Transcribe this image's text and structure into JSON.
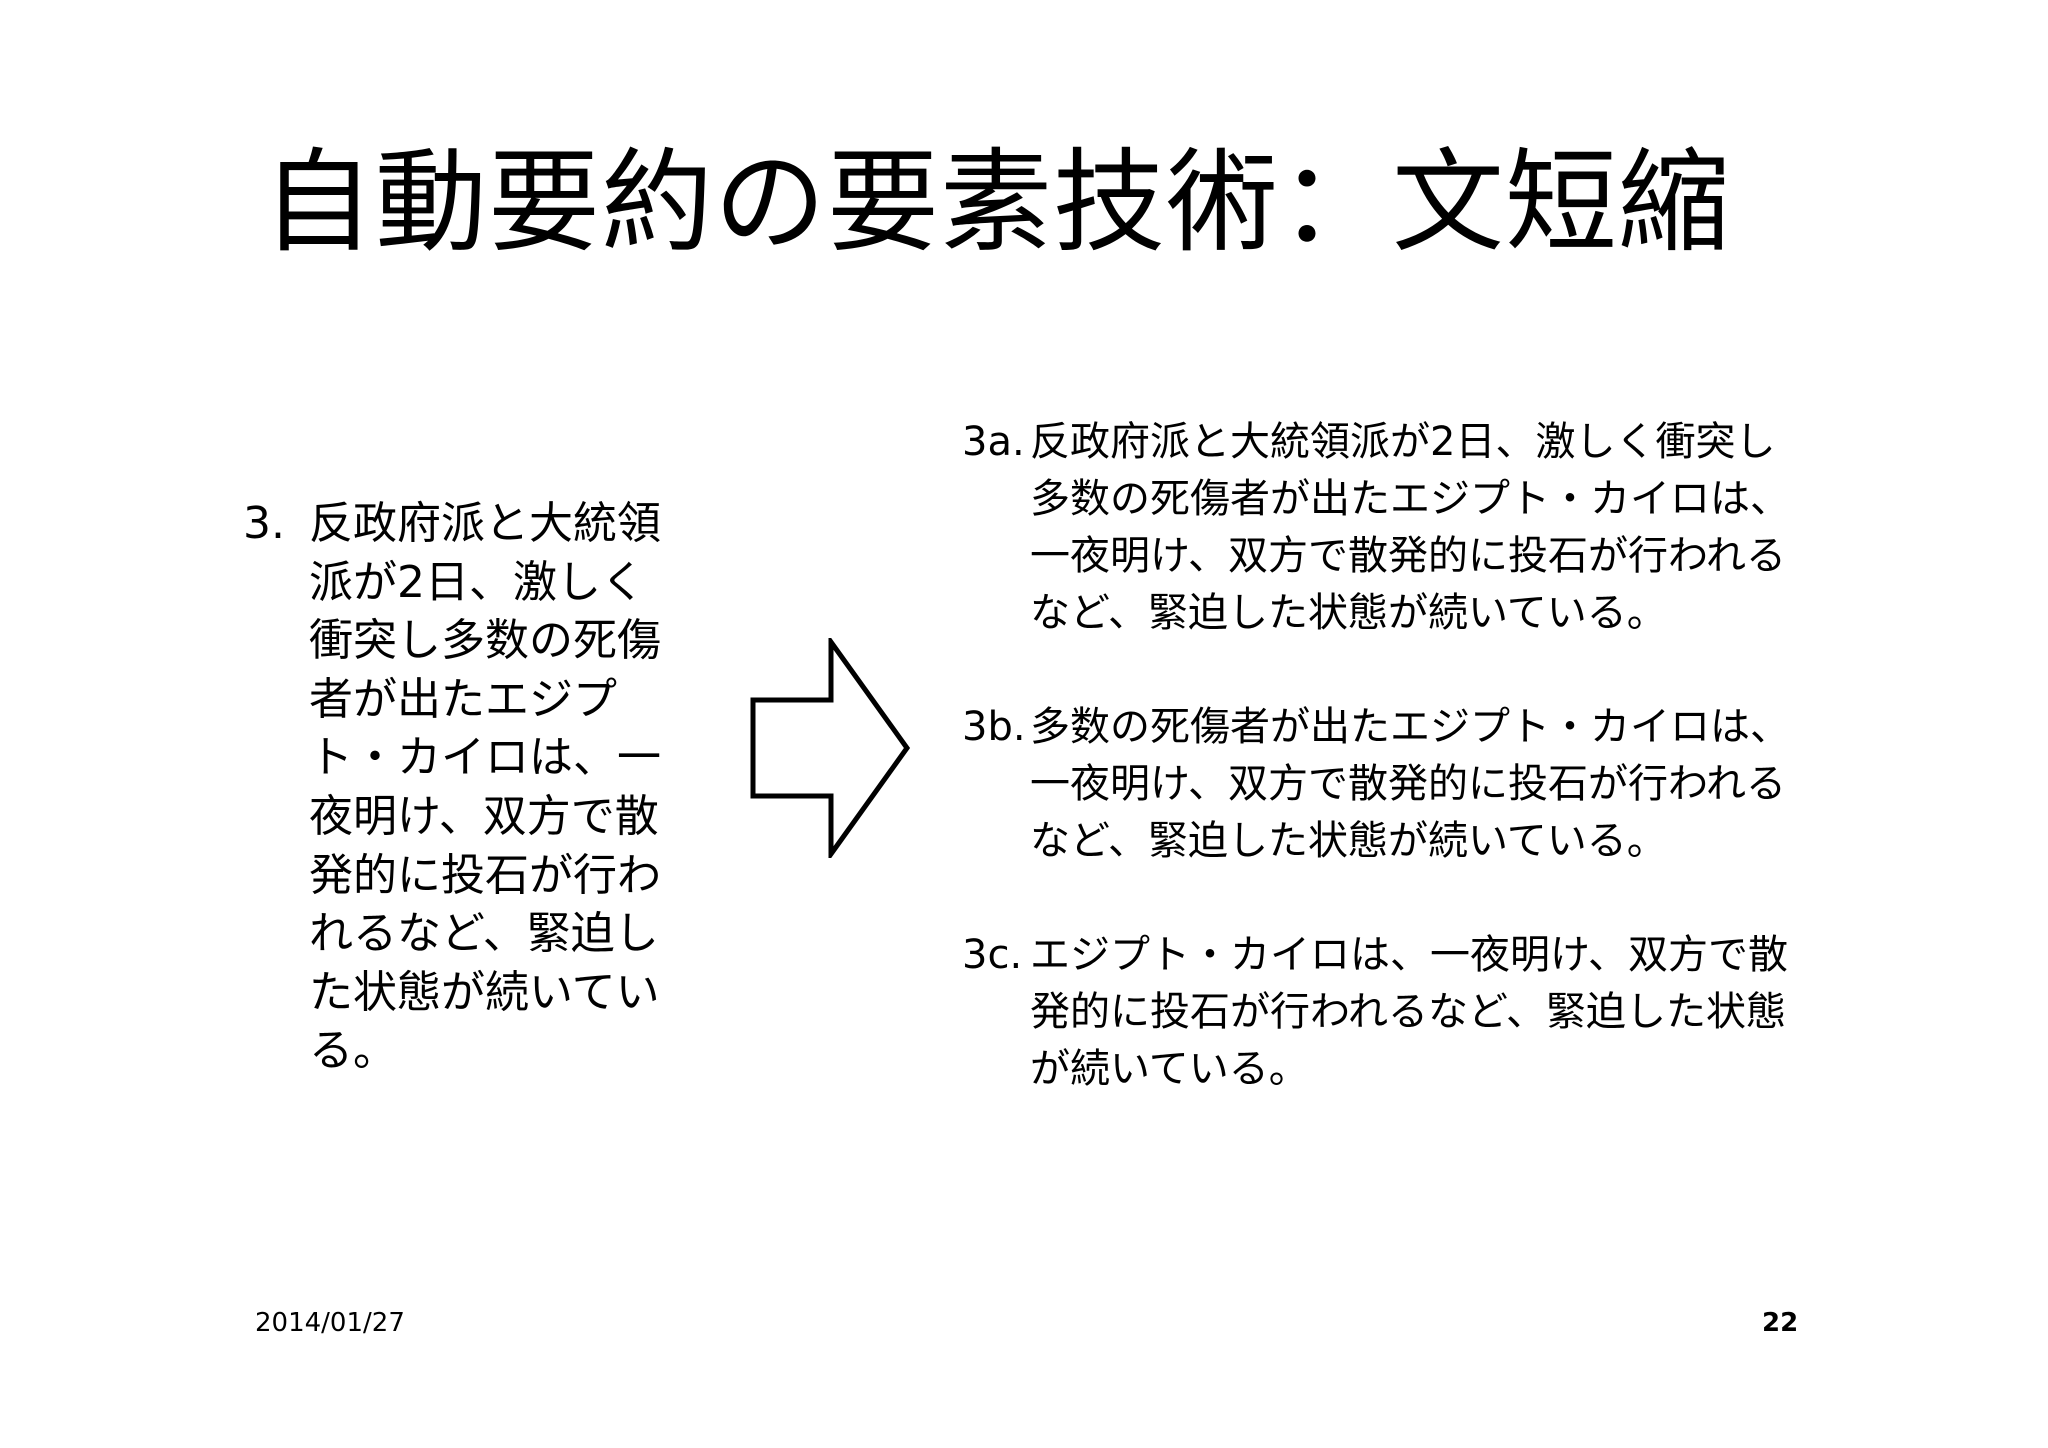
{
  "slide": {
    "title": "自動要約の要素技術：文短縮",
    "original": {
      "marker": "3.",
      "text": "反政府派と大統領派が2日、激しく衝突し多数の死傷者が出たエジプト・カイロは、一夜明け、双方で散発的に投石が行われるなど、緊迫した状態が続いている。"
    },
    "results": [
      {
        "marker": "3a.",
        "text": "反政府派と大統領派が2日、激しく衝突し多数の死傷者が出たエジプト・カイロは、一夜明け、双方で散発的に投石が行われるなど、緊迫した状態が続いている。"
      },
      {
        "marker": "3b.",
        "text": "多数の死傷者が出たエジプト・カイロは、一夜明け、双方で散発的に投石が行われるなど、緊迫した状態が続いている。"
      },
      {
        "marker": "3c.",
        "text": "エジプト・カイロは、一夜明け、双方で散発的に投石が行われるなど、緊迫した状態が続いている。"
      }
    ],
    "footer": {
      "date": "2014/01/27",
      "page_number": "22"
    },
    "colors": {
      "text": "#000000",
      "background": "#ffffff"
    },
    "icons": {
      "arrow": "right-arrow-icon"
    }
  }
}
